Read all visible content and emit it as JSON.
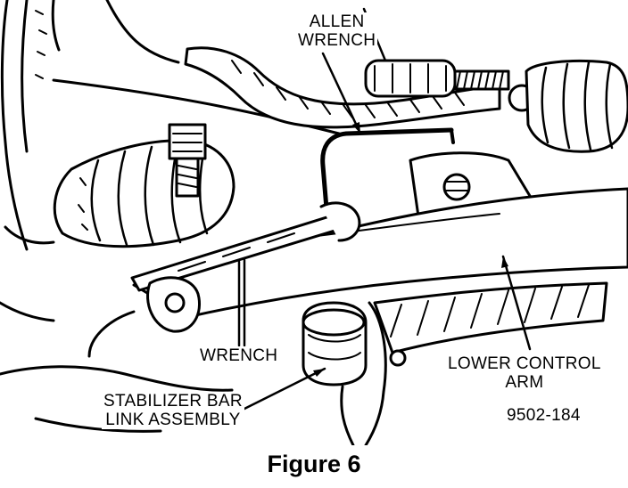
{
  "figure": {
    "caption": "Figure 6",
    "part_number": "9502-184"
  },
  "labels": {
    "allen_wrench_line1": "ALLEN",
    "allen_wrench_line2": "WRENCH",
    "wrench": "WRENCH",
    "lower_control_arm_line1": "LOWER CONTROL",
    "lower_control_arm_line2": "ARM",
    "stabilizer_line1": "STABILIZER BAR",
    "stabilizer_line2": "LINK ASSEMBLY"
  },
  "colors": {
    "ink": "#000000",
    "paper": "#ffffff"
  }
}
